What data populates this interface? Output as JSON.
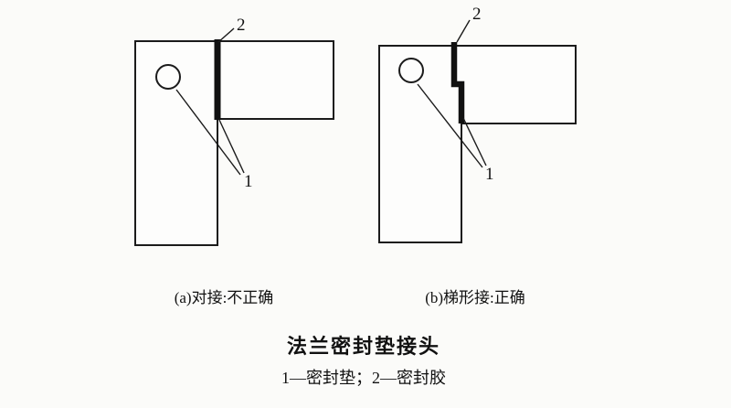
{
  "diagram": {
    "title": "法兰密封垫接头",
    "legend": "1—密封垫；2—密封胶",
    "figures": {
      "a": {
        "caption": "(a)对接:不正确",
        "label_1": "1",
        "label_2": "2"
      },
      "b": {
        "caption": "(b)梯形接:正确",
        "label_1": "1",
        "label_2": "2"
      }
    },
    "colors": {
      "line": "#1b1b1b",
      "paper": "#fbfbf9"
    }
  }
}
